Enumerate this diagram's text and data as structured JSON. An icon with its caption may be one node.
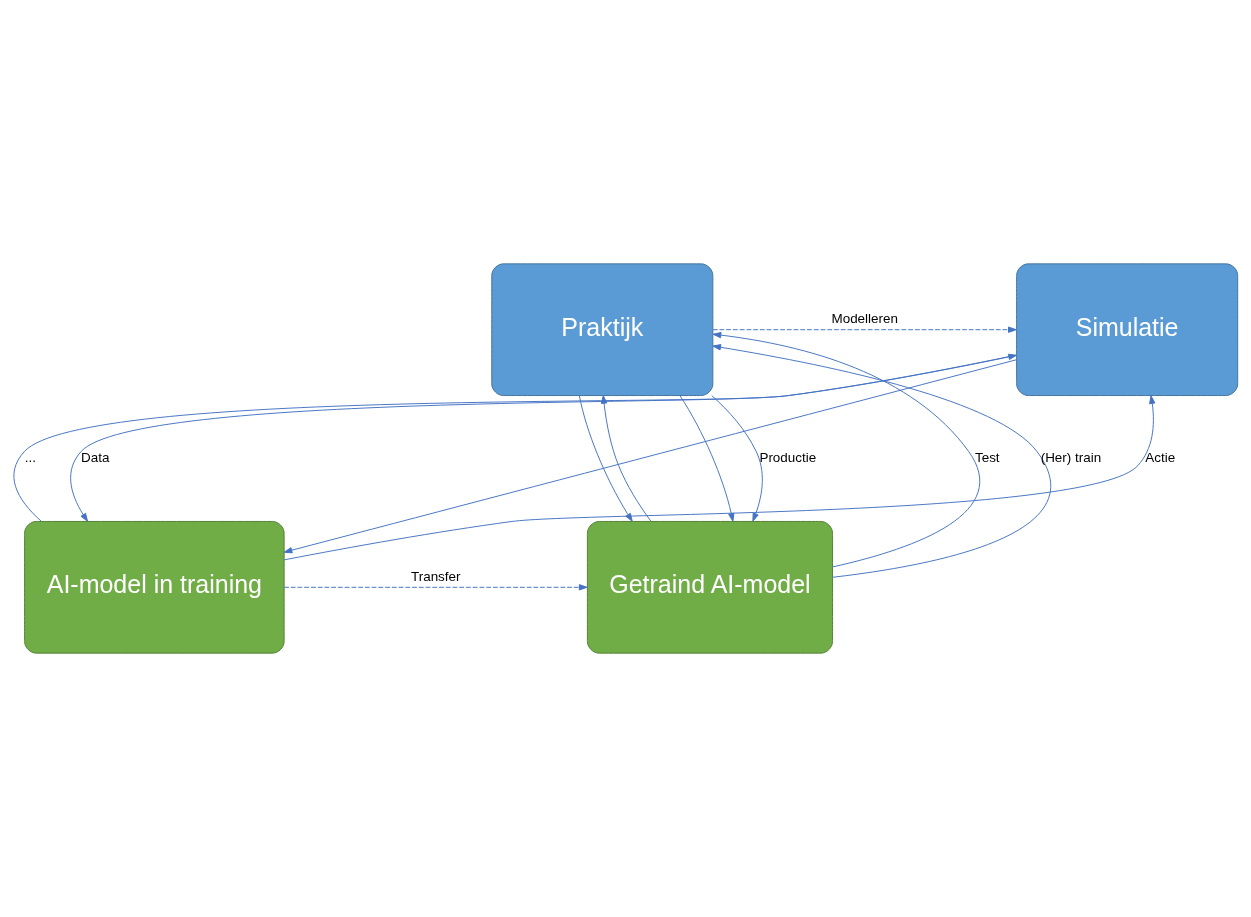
{
  "diagram": {
    "nodes": [
      {
        "text": [
          "Simulatie"
        ]
      },
      {
        "text": [
          "Praktijk"
        ]
      },
      {
        "text": [
          "AI-model in training"
        ]
      },
      {
        "text": [
          "Getraind AI-model"
        ]
      }
    ],
    "edges": [
      {
        "from": 1,
        "to": 0,
        "arrow": "to",
        "label": "Modelleren",
        "style": "dashed"
      },
      {
        "from": 0,
        "to": 2,
        "arrow": "to",
        "label": "Data"
      },
      {
        "from": 2,
        "to": 0,
        "arrow": "to",
        "label": "Actie"
      },
      {
        "from": 0,
        "to": 2,
        "arrow": "to"
      },
      {
        "from": 2,
        "to": 0,
        "arrow": "to",
        "label": "..."
      },
      {
        "from": 2,
        "to": 3,
        "arrow": "to",
        "label": "Transfer",
        "style": "dashed"
      },
      {
        "from": 3,
        "to": 1,
        "arrow": "to",
        "label": "Test"
      },
      {
        "from": 1,
        "to": 3,
        "arrow": "to"
      },
      {
        "from": 3,
        "to": 1,
        "arrow": "to",
        "label": "(Her) train"
      },
      {
        "from": 1,
        "to": 3,
        "arrow": "to"
      },
      {
        "from": 3,
        "to": 1,
        "arrow": "to"
      },
      {
        "from": 1,
        "to": 3,
        "arrow": "to",
        "label": "Productie"
      }
    ]
  }
}
